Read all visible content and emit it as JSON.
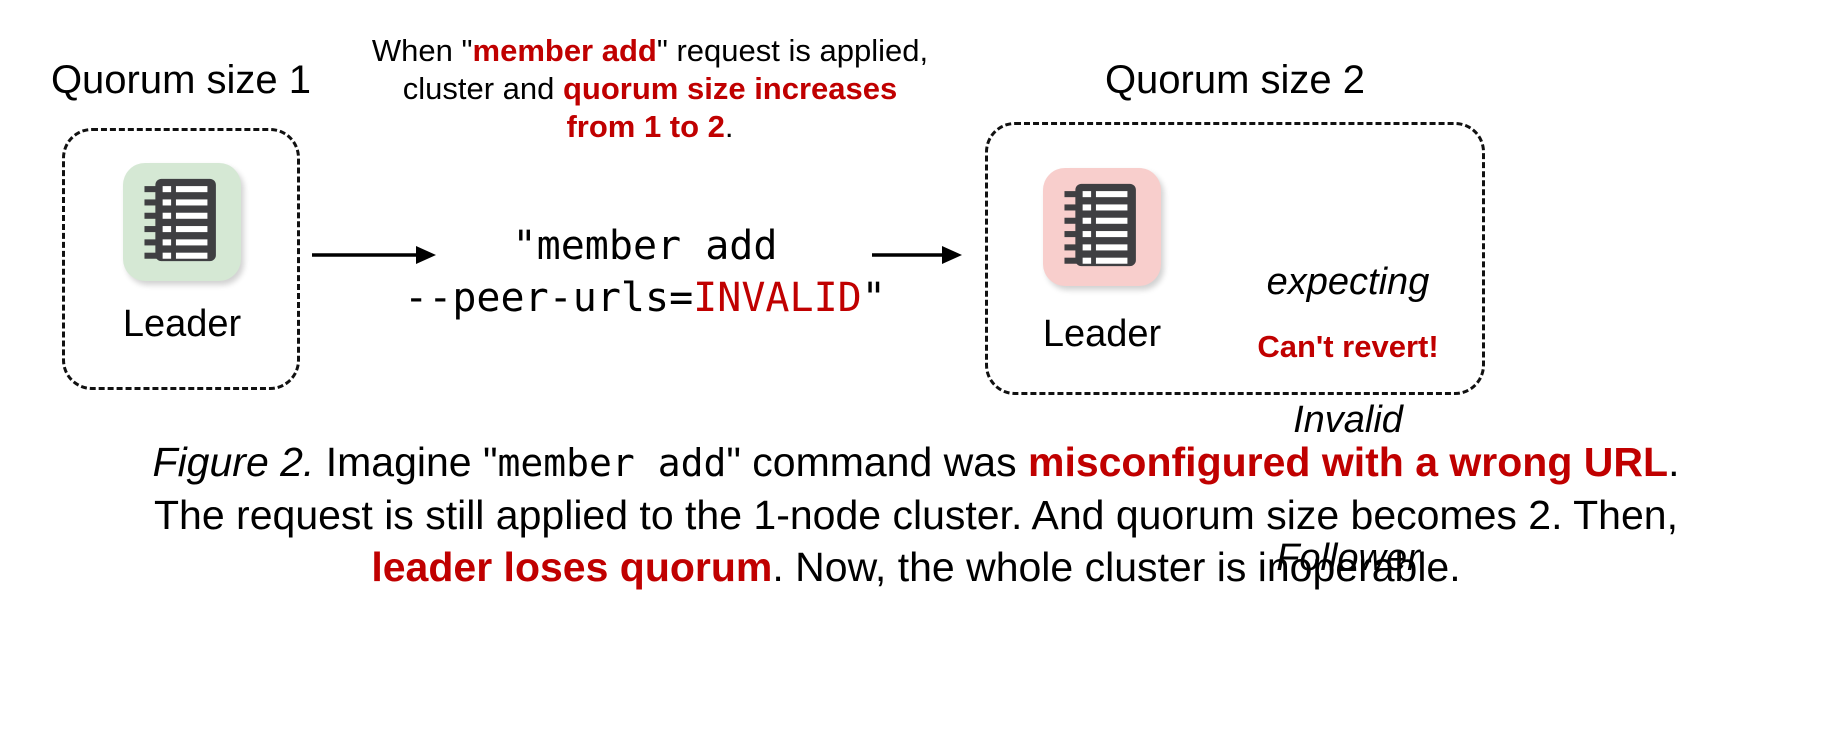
{
  "colors": {
    "red": "#c00000",
    "green_node_bg": "#d5e8d4",
    "pink_node_bg": "#f8cecc",
    "icon_dark": "#3f3f42"
  },
  "left_cluster": {
    "title": "Quorum size 1",
    "node_label": "Leader",
    "icon": "raft-log-icon"
  },
  "right_cluster": {
    "title": "Quorum size 2",
    "node_label": "Leader",
    "icon": "raft-log-icon",
    "expecting_line1": "expecting",
    "expecting_line2": "Invalid",
    "expecting_line3": "Follower",
    "cant_revert": "Can't revert!"
  },
  "note": {
    "l1_a": "When \"",
    "l1_red": "member add",
    "l1_b": "\" request is applied,",
    "l2_a": "cluster and ",
    "l2_red": "quorum size increases",
    "l3_red": "from 1 to 2",
    "l3_b": "."
  },
  "command": {
    "line1": "\"member add",
    "line2_pre": "--peer-urls=",
    "line2_invalid": "INVALID",
    "line2_close": "\""
  },
  "caption": {
    "fig_label": "Figure 2.",
    "l1_a": " Imagine \"",
    "l1_mono": "member add",
    "l1_b": "\" command was ",
    "l1_red": "misconfigured with a wrong URL",
    "l1_c": ".",
    "l2": "The request is still applied to the 1-node cluster. And quorum size becomes 2. Then,",
    "l3_red": "leader loses quorum",
    "l3_rest": ". Now, the whole cluster is inoperable."
  }
}
